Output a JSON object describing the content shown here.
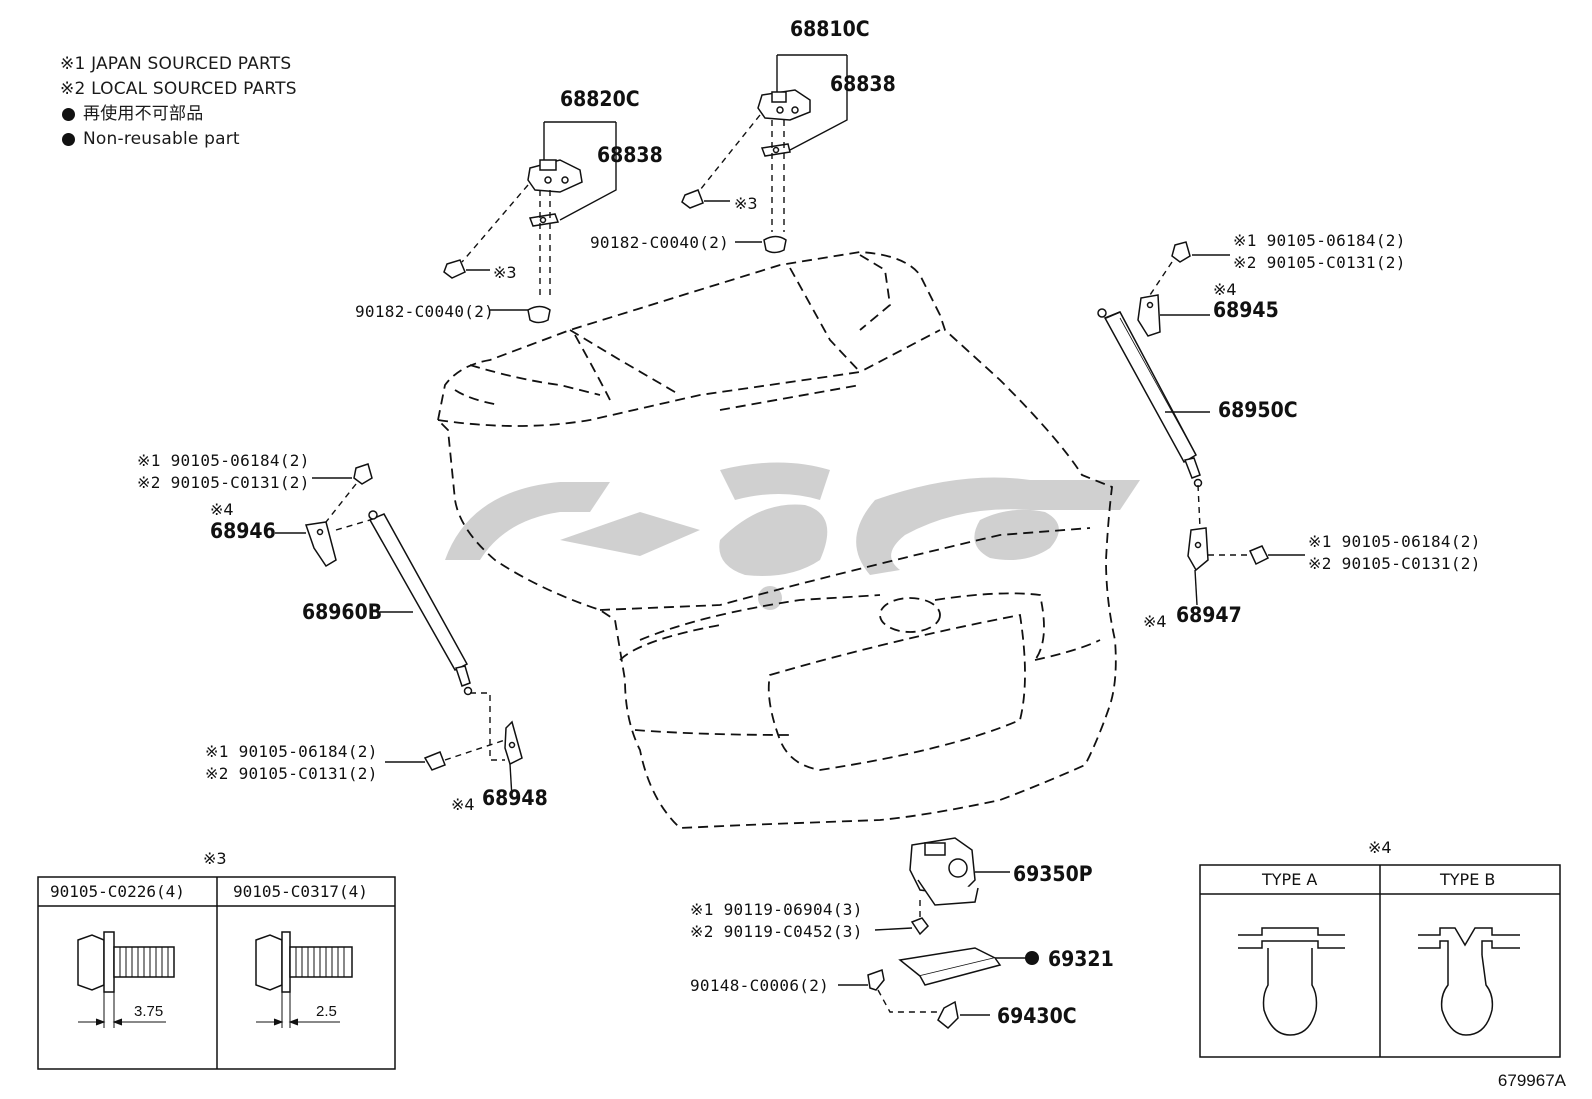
{
  "legend": {
    "line1": "※1  JAPAN SOURCED PARTS",
    "line2": "※2  LOCAL SOURCED PARTS",
    "line3": "再使用不可部品",
    "line4": "Non-reusable part"
  },
  "parts": {
    "hinge_right": "68810C",
    "hinge_left": "68820C",
    "hinge_pad_right": "68838",
    "hinge_pad_left": "68838",
    "cap_nut_right": "90182-C0040(2)",
    "cap_nut_left": "90182-C0040(2)",
    "note3_right": "※3",
    "note3_left": "※3",
    "bolt_tr_1": "※1 90105-06184(2)",
    "bolt_tr_2": "※2 90105-C0131(2)",
    "note4_bracket_tr": "※4",
    "bracket_tr": "68945",
    "stay_right": "68950C",
    "bolt_mr_1": "※1 90105-06184(2)",
    "bolt_mr_2": "※2 90105-C0131(2)",
    "note4_bracket_mr": "※4",
    "bracket_mr": "68947",
    "bolt_tl_1": "※1 90105-06184(2)",
    "bolt_tl_2": "※2 90105-C0131(2)",
    "note4_bracket_tl": "※4",
    "bracket_tl": "68946",
    "stay_left": "68960B",
    "bolt_bl_1": "※1 90105-06184(2)",
    "bolt_bl_2": "※2 90105-C0131(2)",
    "note4_bracket_bl": "※4",
    "bracket_bl": "68948",
    "lock_assy": "69350P",
    "lock_screw_1": "※1  90119-06904(3)",
    "lock_screw_2": "※2  90119-C0452(3)",
    "lock_cover": "69321",
    "screw_90148": "90148-C0006(2)",
    "striker": "69430C"
  },
  "table3": {
    "title": "※3",
    "col1": "90105-C0226(4)",
    "col2": "90105-C0317(4)",
    "dim1": "3.75",
    "dim2": "2.5"
  },
  "table4": {
    "title": "※4",
    "col1": "TYPE A",
    "col2": "TYPE B"
  },
  "diagram_code": "679967A"
}
